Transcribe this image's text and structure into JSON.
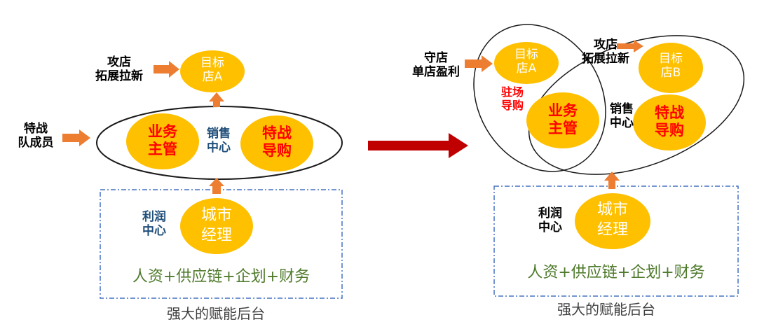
{
  "colors": {
    "bubble": "#ffc000",
    "arrow_small": "#ed7d31",
    "arrow_big": "#c00000",
    "outline": "#1a1a1a",
    "dash_box": "#4472c4",
    "blue_text": "#1f4e79",
    "red_text": "#ff0000",
    "green_text": "#4e7a2b"
  },
  "left": {
    "attack": "攻店\n拓展拉新",
    "target_a": "目标\n店A",
    "special_team": "特战\n队成员",
    "business_manager": "业务\n主管",
    "sales_center": "销售\n中心",
    "special_guide": "特战\n导购",
    "profit_center": "利润\n中心",
    "city_manager": "城市\n经理",
    "support": "人资+供应链+企划+财务",
    "backend": "强大的赋能后台"
  },
  "right": {
    "defend": "守店\n单店盈利",
    "target_a": "目标\n店A",
    "resident_guide": "驻场\n导购",
    "attack": "攻店\n拓展拉新",
    "target_b": "目标\n店B",
    "business_manager": "业务\n主管",
    "sales_center": "销售\n中心",
    "special_guide": "特战\n导购",
    "profit_center": "利润\n中心",
    "city_manager": "城市\n经理",
    "support": "人资+供应链+企划+财务",
    "backend": "强大的赋能后台"
  }
}
